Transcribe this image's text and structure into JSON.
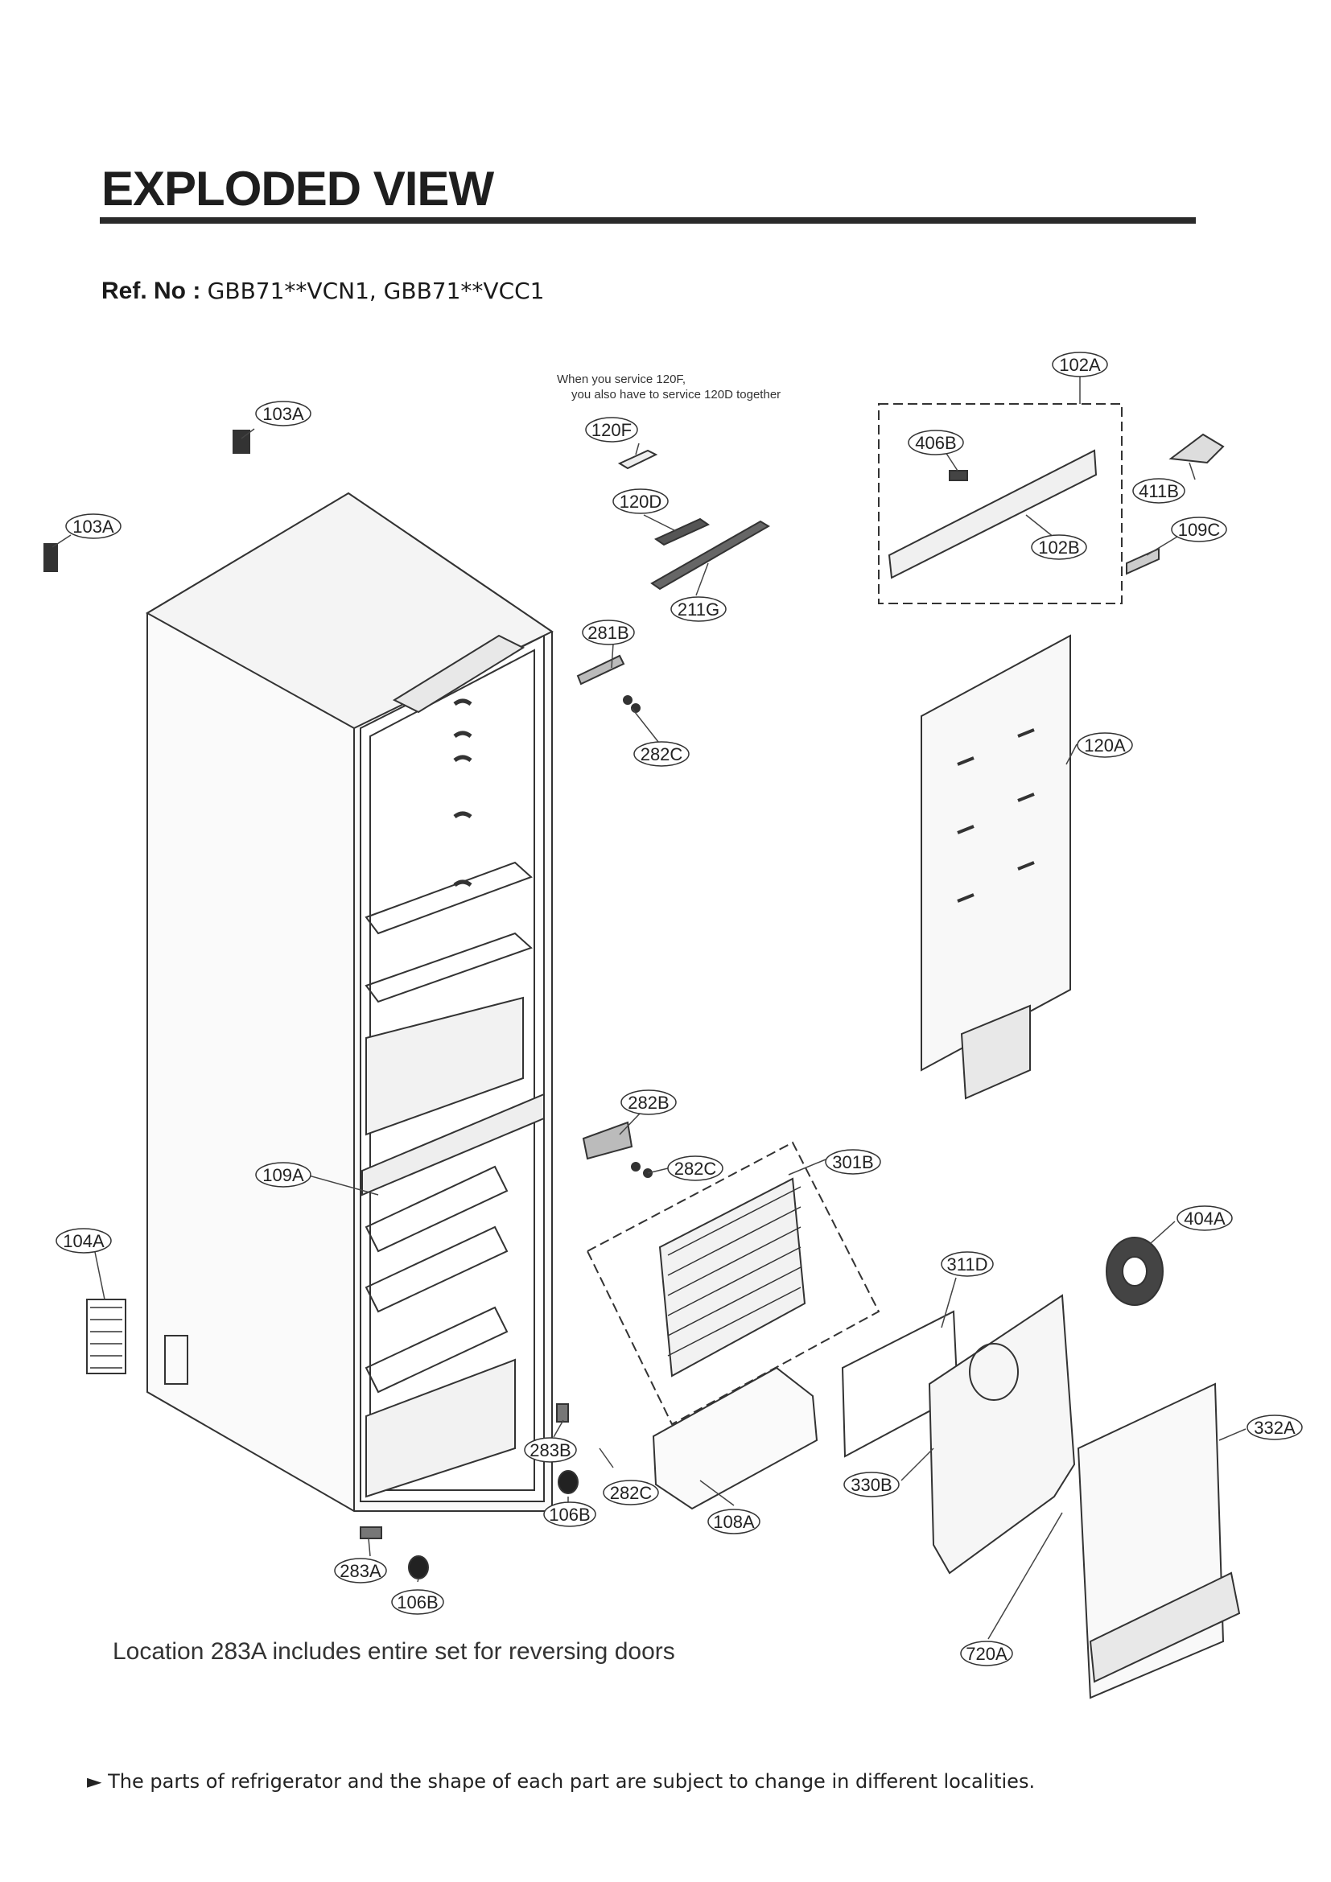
{
  "page": {
    "title": "EXPLODED VIEW",
    "ref_label": "Ref. No :",
    "ref_models": "GBB71**VCN1, GBB71**VCC1",
    "service_note_line1": "When you service 120F,",
    "service_note_line2": "you also have to service 120D together",
    "location_note": "Location 283A includes entire set for reversing doors",
    "footer_note": "The parts of refrigerator and the shape of each part are subject to change in different localities."
  },
  "callouts": [
    {
      "id": "c-102A",
      "label": "102A"
    },
    {
      "id": "c-103A-top",
      "label": "103A"
    },
    {
      "id": "c-103A-left",
      "label": "103A"
    },
    {
      "id": "c-120F",
      "label": "120F"
    },
    {
      "id": "c-120D",
      "label": "120D"
    },
    {
      "id": "c-211G",
      "label": "211G"
    },
    {
      "id": "c-406B",
      "label": "406B"
    },
    {
      "id": "c-102B",
      "label": "102B"
    },
    {
      "id": "c-411B",
      "label": "411B"
    },
    {
      "id": "c-109C",
      "label": "109C"
    },
    {
      "id": "c-281B",
      "label": "281B"
    },
    {
      "id": "c-282C-top",
      "label": "282C"
    },
    {
      "id": "c-120A",
      "label": "120A"
    },
    {
      "id": "c-282B",
      "label": "282B"
    },
    {
      "id": "c-282C-mid",
      "label": "282C"
    },
    {
      "id": "c-301B",
      "label": "301B"
    },
    {
      "id": "c-109A",
      "label": "109A"
    },
    {
      "id": "c-104A",
      "label": "104A"
    },
    {
      "id": "c-404A",
      "label": "404A"
    },
    {
      "id": "c-311D",
      "label": "311D"
    },
    {
      "id": "c-332A",
      "label": "332A"
    },
    {
      "id": "c-330B",
      "label": "330B"
    },
    {
      "id": "c-283B",
      "label": "283B"
    },
    {
      "id": "c-282C-bot",
      "label": "282C"
    },
    {
      "id": "c-106B-mid",
      "label": "106B"
    },
    {
      "id": "c-108A",
      "label": "108A"
    },
    {
      "id": "c-283A",
      "label": "283A"
    },
    {
      "id": "c-106B-bot",
      "label": "106B"
    },
    {
      "id": "c-720A",
      "label": "720A"
    }
  ]
}
